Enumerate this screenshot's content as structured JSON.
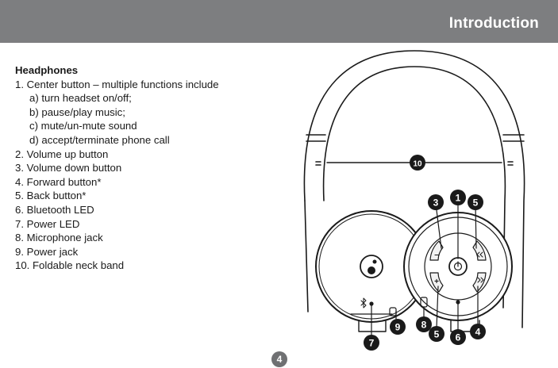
{
  "header": {
    "title": "Introduction"
  },
  "section": {
    "heading": "Headphones",
    "items": [
      "1. Center button – multiple functions include",
      "a) turn headset on/off;",
      "b) pause/play music;",
      "c) mute/un-mute sound",
      "d) accept/terminate phone call",
      "2. Volume up button",
      "3. Volume down button",
      "4. Forward button*",
      "5. Back button*",
      "6. Bluetooth LED",
      "7. Power LED",
      "8. Microphone jack",
      "9. Power jack",
      "10. Foldable neck band"
    ]
  },
  "diagram": {
    "callouts": [
      "10",
      "3",
      "1",
      "5",
      "9",
      "8",
      "5",
      "6",
      "4",
      "7"
    ],
    "button_symbols": {
      "minus": "–",
      "plus": "+"
    }
  },
  "footer": {
    "page_number": "4"
  },
  "colors": {
    "header_bg": "#7d7e80",
    "callout_bg": "#1a1a1a",
    "page_badge": "#6f7072"
  }
}
